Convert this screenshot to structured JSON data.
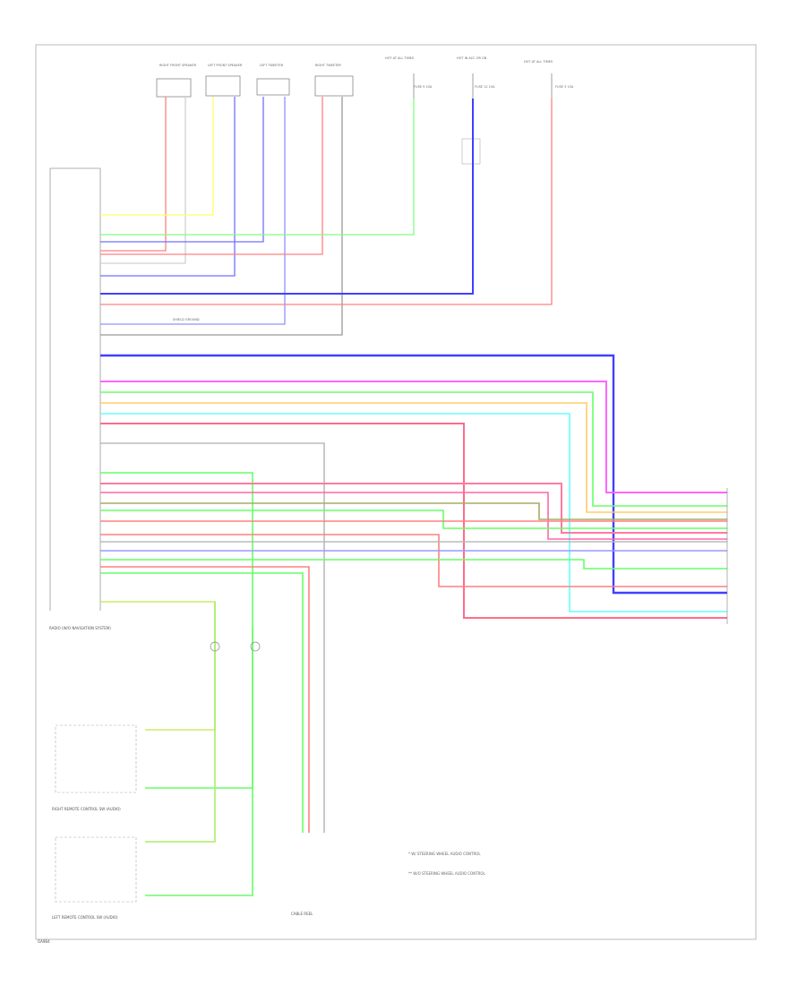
{
  "diagram": {
    "footer_code": "OA9B4",
    "top_components": [
      {
        "id": "rf",
        "label": "RIGHT FRONT SPEAKER"
      },
      {
        "id": "lf",
        "label": "LEFT FRONT SPEAKER"
      },
      {
        "id": "lt",
        "label": "LEFT TWEETER"
      },
      {
        "id": "rt",
        "label": "RIGHT TWEETER"
      }
    ],
    "fuse_blocks": [
      {
        "id": "f1",
        "label": "HOT AT ALL TIMES",
        "fuse": "FUSE 9 10A"
      },
      {
        "id": "f2",
        "label": "HOT IN ACC OR ON",
        "fuse": "FUSE 12 10A"
      },
      {
        "id": "f3",
        "label": "HOT AT ALL TIMES",
        "fuse": "FUSE 3 15A"
      }
    ],
    "radio_label": "RADIO (W/O NAVIGATION SYSTEM)",
    "shield_label": "SHIELD GROUND",
    "key_notes": [
      "* W/ STEERING WHEEL AUDIO CONTROL",
      "** W/O STEERING WHEEL AUDIO CONTROL"
    ],
    "bottom_components": [
      {
        "id": "rrs",
        "label": "RIGHT REMOTE CONTROL SW (AUDIO)"
      },
      {
        "id": "lrs",
        "label": "LEFT REMOTE CONTROL SW (AUDIO)"
      },
      {
        "id": "cs",
        "label": "CABLE REEL"
      }
    ]
  }
}
